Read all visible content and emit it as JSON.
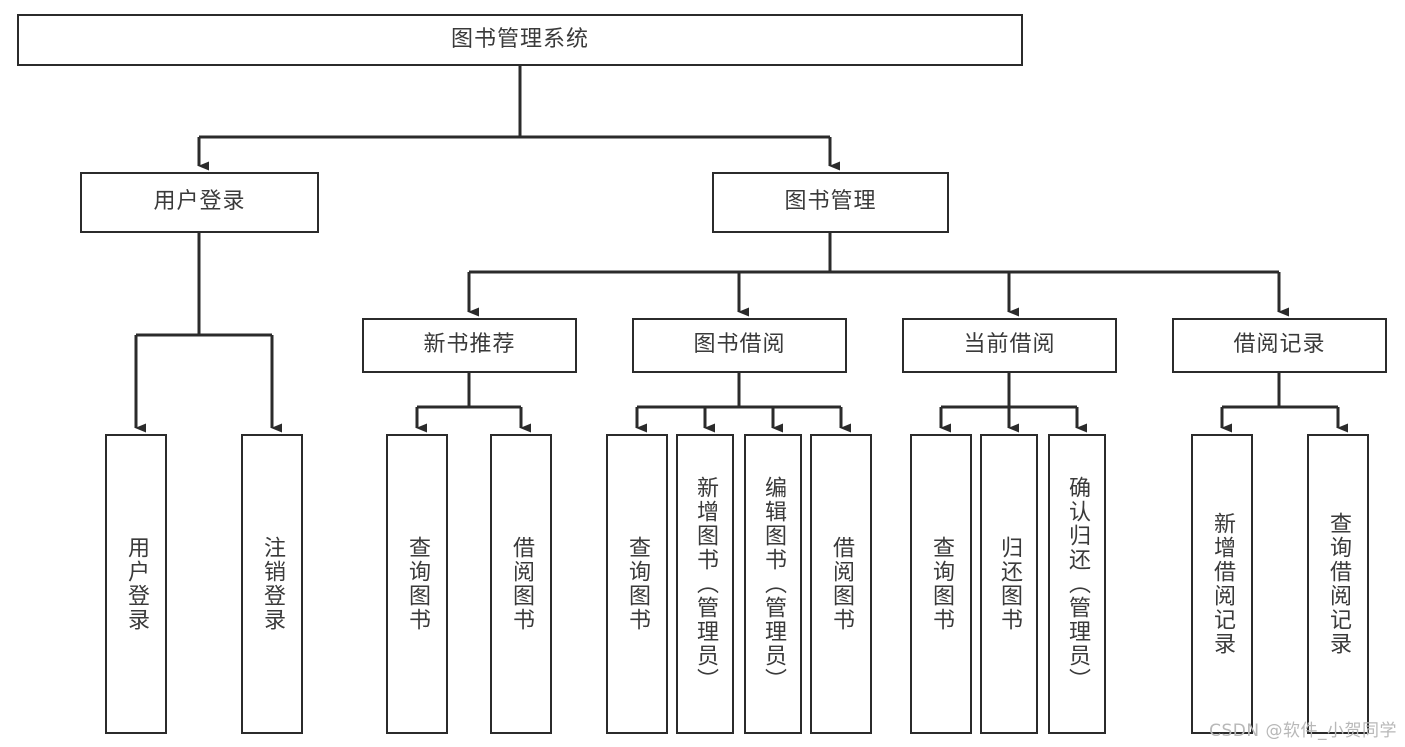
{
  "diagram": {
    "title": "图书管理系统",
    "watermark": "CSDN @软件_小贺同学",
    "colors": {
      "box_border": "#2b2b2b",
      "text": "#3a3a3a",
      "line": "#2b2b2b",
      "background": "#ffffff",
      "watermark": "#b8b8b8"
    },
    "root": {
      "label": "图书管理系统"
    },
    "level2": [
      {
        "label": "用户登录"
      },
      {
        "label": "图书管理"
      }
    ],
    "level3": [
      {
        "label": "新书推荐"
      },
      {
        "label": "图书借阅"
      },
      {
        "label": "当前借阅"
      },
      {
        "label": "借阅记录"
      }
    ],
    "leaves": {
      "user_login": [
        {
          "label": "用户登录"
        },
        {
          "label": "注销登录"
        }
      ],
      "new_book_recommend": [
        {
          "label": "查询图书"
        },
        {
          "label": "借阅图书"
        }
      ],
      "book_borrow": [
        {
          "label": "查询图书"
        },
        {
          "label": "新增图书（管理员）"
        },
        {
          "label": "编辑图书（管理员）"
        },
        {
          "label": "借阅图书"
        }
      ],
      "current_borrow": [
        {
          "label": "查询图书"
        },
        {
          "label": "归还图书"
        },
        {
          "label": "确认归还（管理员）"
        }
      ],
      "borrow_record": [
        {
          "label": "新增借阅记录"
        },
        {
          "label": "查询借阅记录"
        }
      ]
    }
  }
}
